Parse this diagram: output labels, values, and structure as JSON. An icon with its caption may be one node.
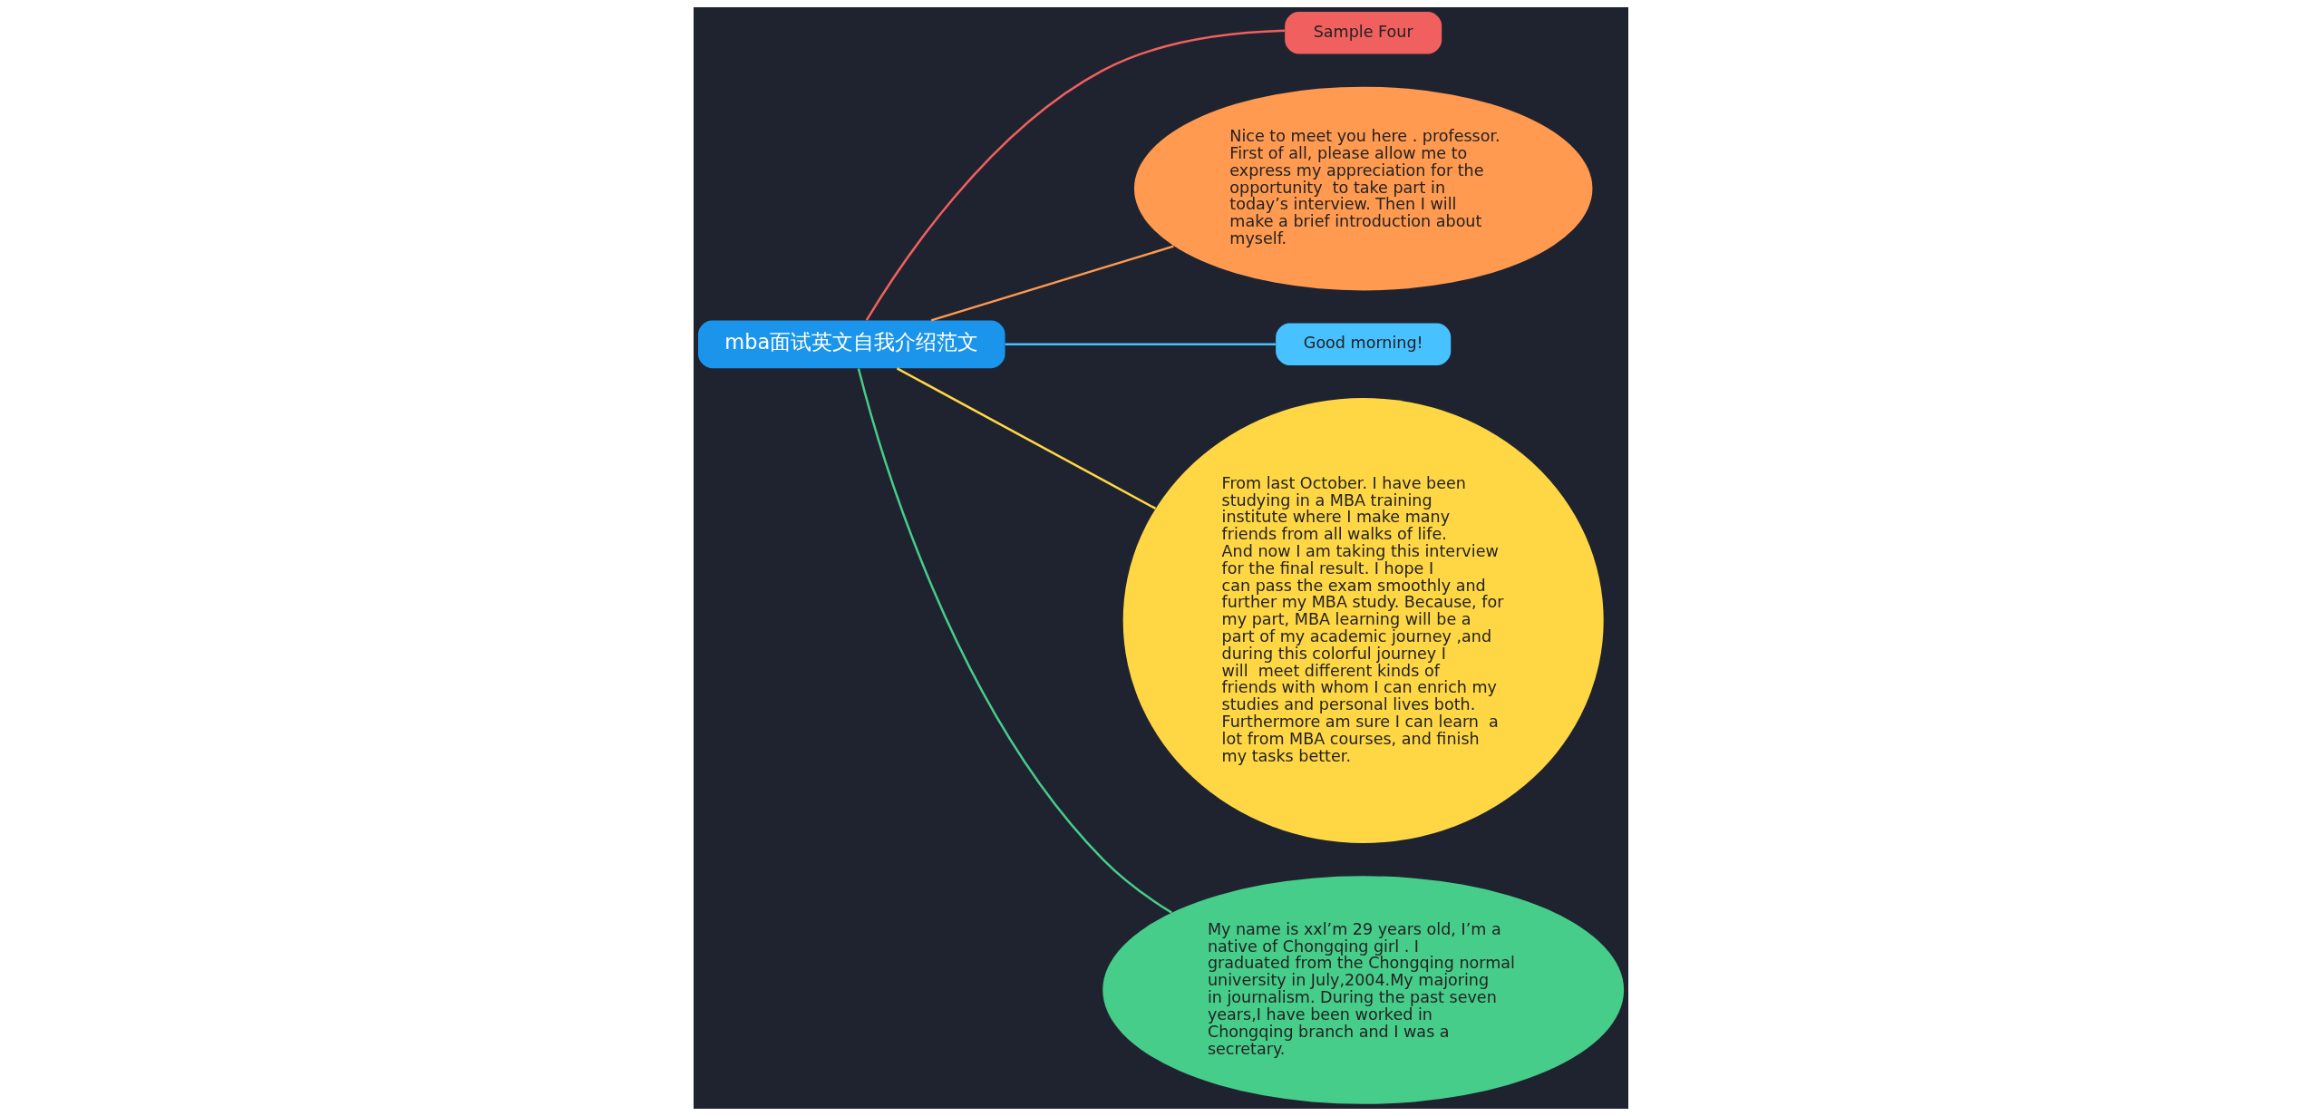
{
  "diagram": {
    "nodes": [
      {
        "text": [
          "mba面试英文自我介绍范文"
        ]
      },
      {
        "text": [
          "Sample Four"
        ]
      },
      {
        "text": [
          "Nice to meet you here . professor. First of all, please allow me to express my appreciation for the opportunity  to take part in today’s interview. Then I will make a brief introduction about myself."
        ]
      },
      {
        "text": [
          "Good morning!"
        ]
      },
      {
        "text": [
          "From last October. I have been studying in a MBA training institute where I make many friends from all walks of life. And now I am taking this interview for the final result. I hope I can pass the exam smoothly and further my MBA study. Because, for my part, MBA learning will be a part of my academic journey ,and during this colorful journey I will  meet different kinds of friends with whom I can enrich my studies and personal lives both. Furthermore am sure I can learn  a lot from MBA courses, and finish my tasks better."
        ]
      },
      {
        "text": [
          "My name is xxl’m 29 years old, I’m a native of Chongqing girl . I graduated from the Chongqing normal university in July,2004.My majoring in journalism. During the past seven years,I have been worked in Chongqing branch and I was a secretary."
        ]
      }
    ],
    "edges": [
      {
        "from": 0,
        "to": 1,
        "arrow": "none",
        "color": "#f0605e"
      },
      {
        "from": 0,
        "to": 2,
        "arrow": "none",
        "color": "#ff9a50"
      },
      {
        "from": 0,
        "to": 3,
        "arrow": "none",
        "color": "#47c1ff"
      },
      {
        "from": 0,
        "to": 4,
        "arrow": "none",
        "color": "#ffd745"
      },
      {
        "from": 0,
        "to": 5,
        "arrow": "none",
        "color": "#47cd8a"
      }
    ]
  }
}
